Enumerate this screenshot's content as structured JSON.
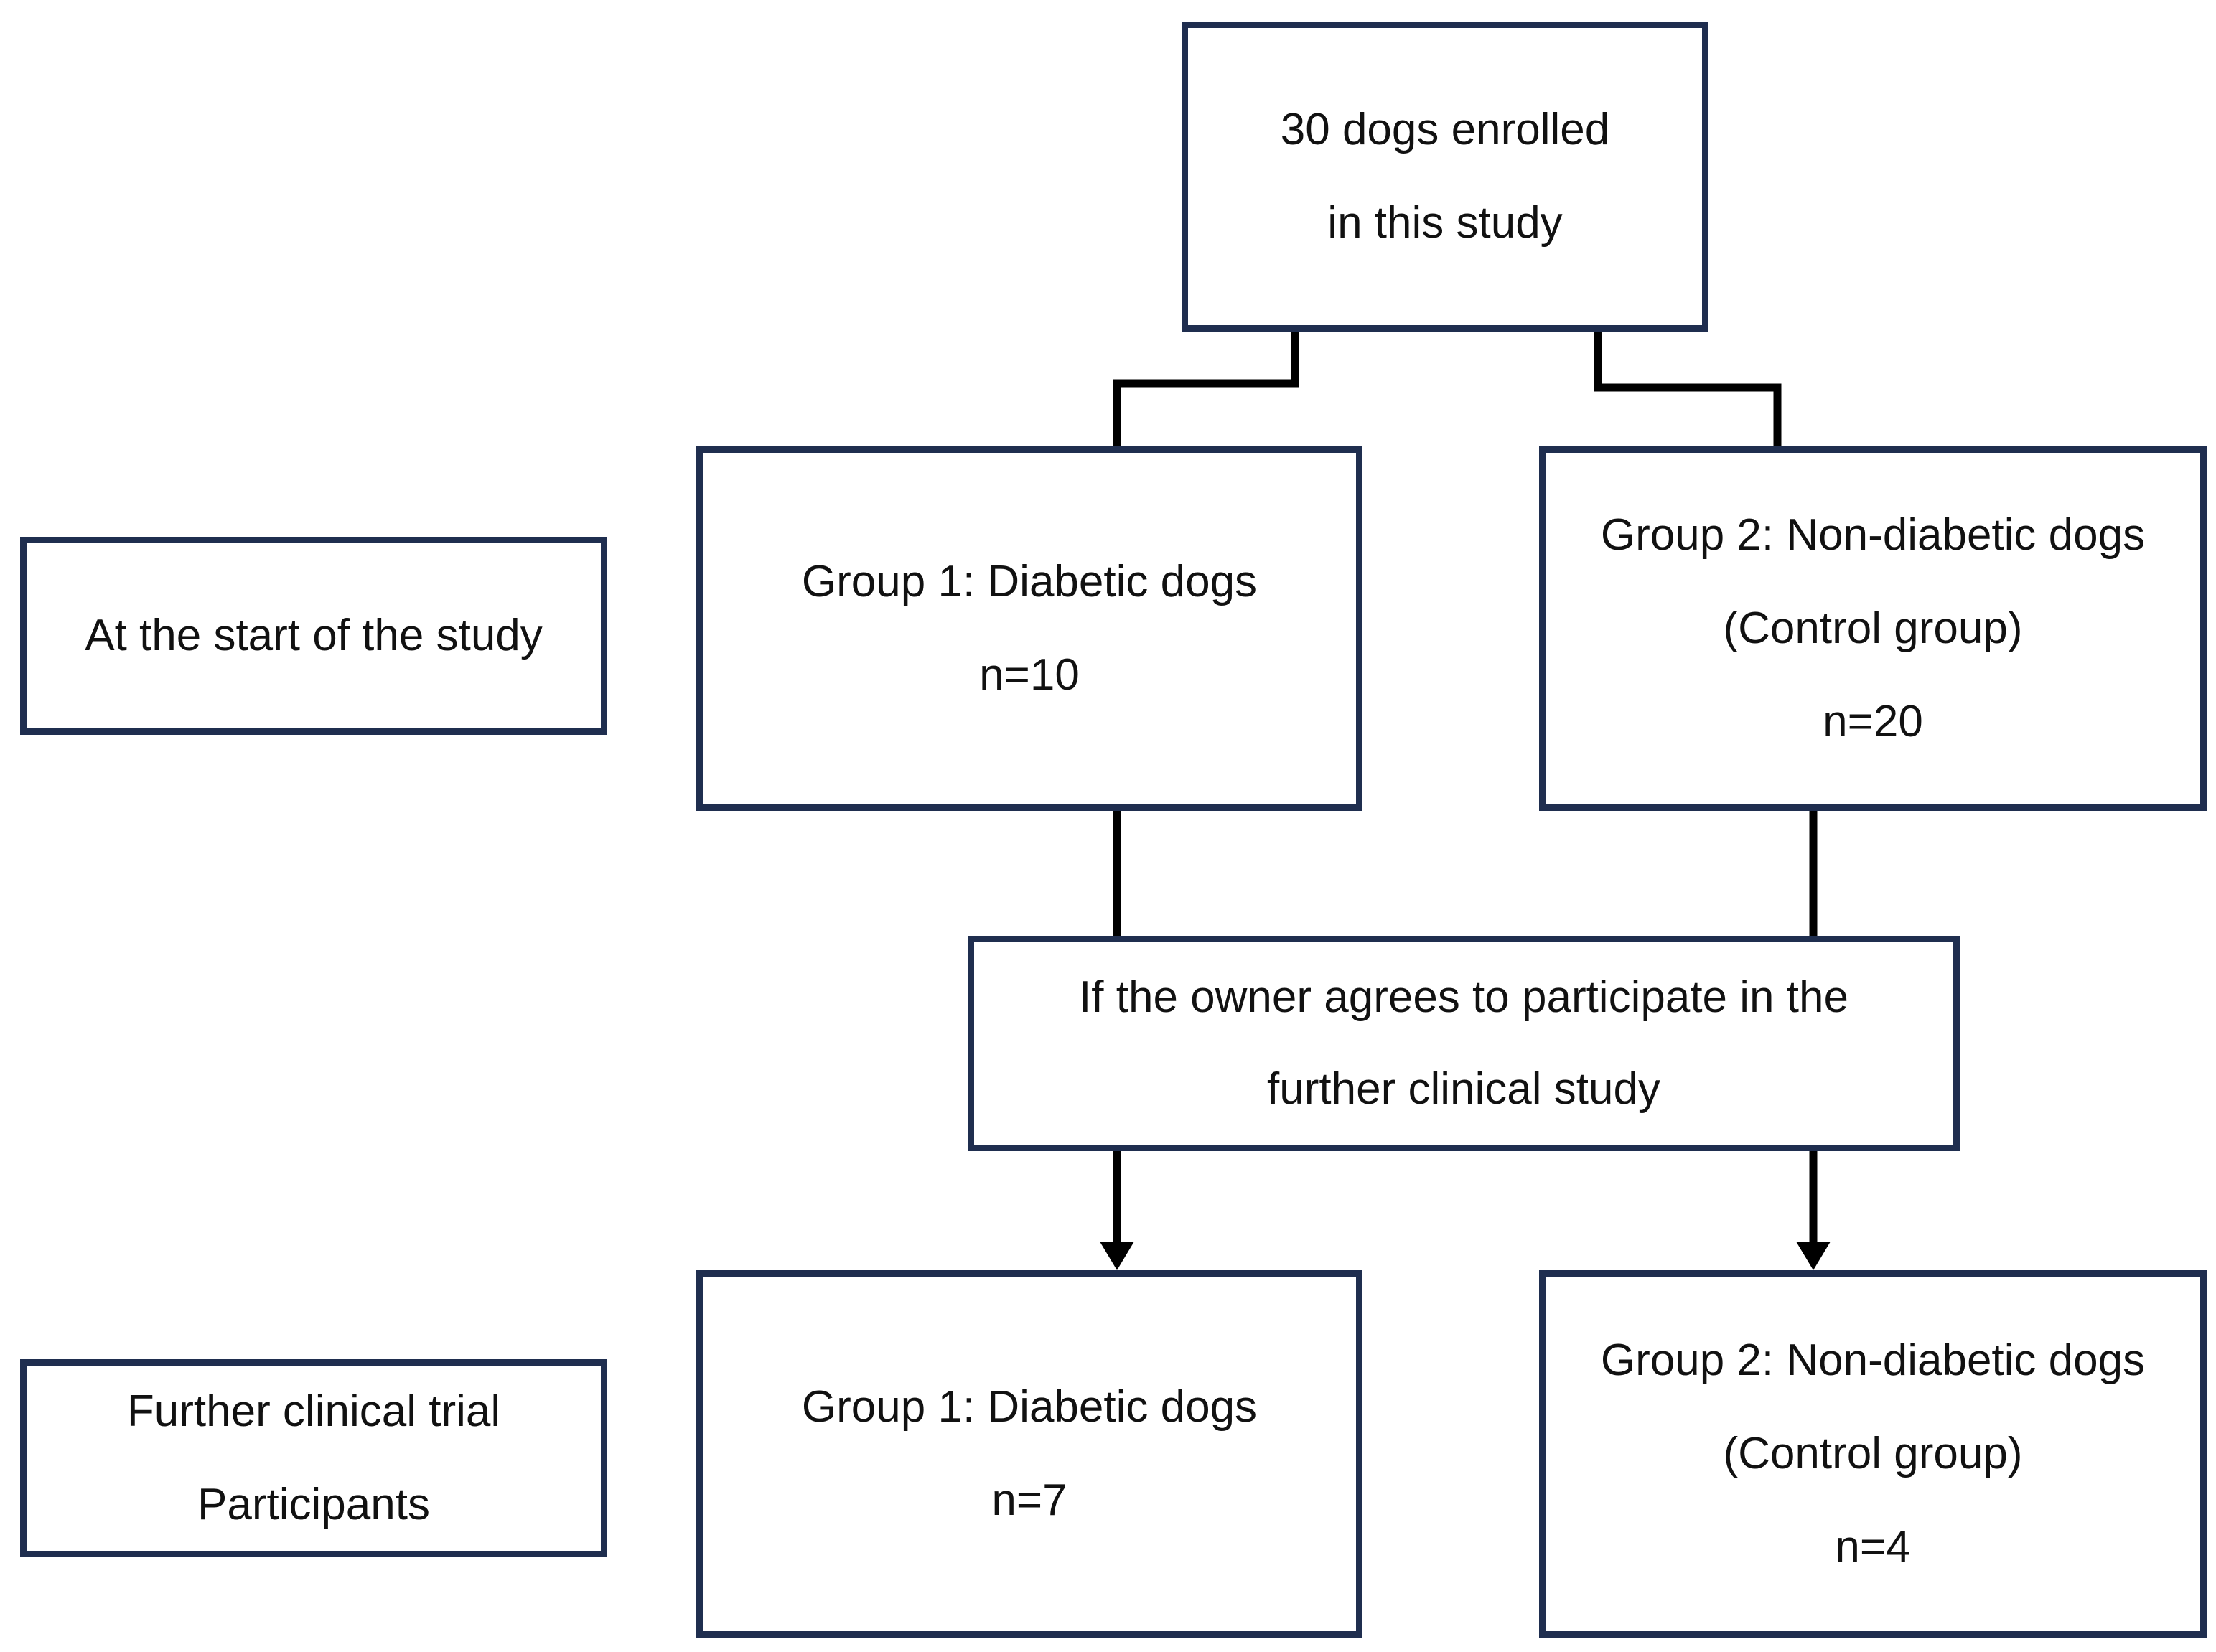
{
  "diagram": {
    "enrolled": {
      "lines": [
        "30 dogs enrolled",
        "in this study"
      ]
    },
    "phase_start": {
      "lines": [
        "At the start of the study"
      ]
    },
    "phase_trial": {
      "lines": [
        "Further clinical trial",
        "Participants"
      ]
    },
    "group1_start": {
      "lines": [
        "Group 1: Diabetic dogs",
        "n=10"
      ]
    },
    "group2_start": {
      "lines": [
        "Group 2: Non-diabetic dogs",
        "(Control group)",
        "n=20"
      ]
    },
    "consent": {
      "lines": [
        "If the owner agrees to participate in the",
        "further clinical study"
      ]
    },
    "group1_trial": {
      "lines": [
        "Group 1: Diabetic dogs",
        "n=7"
      ]
    },
    "group2_trial": {
      "lines": [
        "Group 2: Non-diabetic dogs",
        "(Control group)",
        "n=4"
      ]
    }
  },
  "colors": {
    "box_border": "#1f2e4f",
    "connector": "#000000",
    "text": "#111111"
  }
}
